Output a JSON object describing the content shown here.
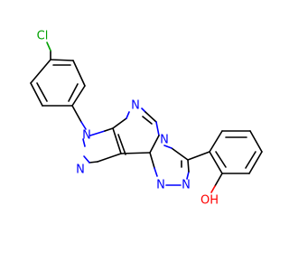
{
  "molecule": {
    "atom_labels": {
      "cl": "Cl",
      "n_pyrazole_1": "N",
      "n_pyrazole_2": "N",
      "n_pyrimidine_top": "N",
      "n_pyrimidine_fused": "N",
      "n_triazole_1": "N",
      "n_triazole_2": "N",
      "oh": "OH"
    },
    "colors": {
      "carbon_bond": "#000000",
      "nitrogen": "#0000ff",
      "oxygen": "#ff0000",
      "chlorine": "#00a000"
    }
  }
}
